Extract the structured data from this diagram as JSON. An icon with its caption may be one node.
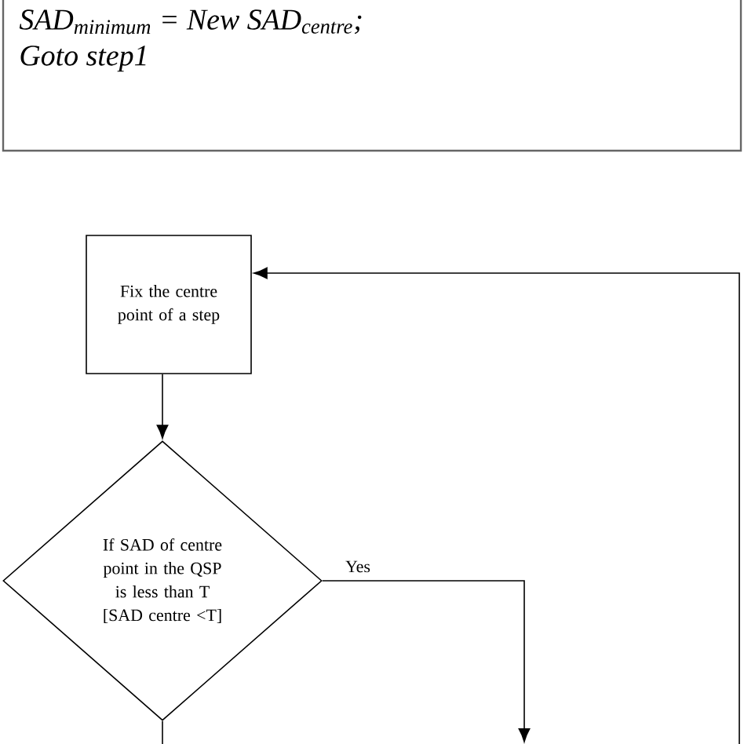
{
  "diagram": {
    "nodes": [
      {
        "text": [
          "SAD$_{minimum}$ = New SAD$_{centre}$;",
          "Goto step1"
        ]
      },
      {
        "text": [
          "Fix the centre point of a step"
        ]
      },
      {
        "text": [
          "If SAD of centre point in the QSP is less than T [SAD centre <T]"
        ]
      }
    ],
    "edges": [
      {
        "from": 1,
        "to": 2,
        "arrow": "to"
      },
      {
        "from": 2,
        "to": null,
        "arrow": "to",
        "label": "Yes"
      },
      {
        "from": 2,
        "to": null,
        "arrow": "none"
      },
      {
        "from": null,
        "to": 1,
        "arrow": "to"
      }
    ]
  }
}
